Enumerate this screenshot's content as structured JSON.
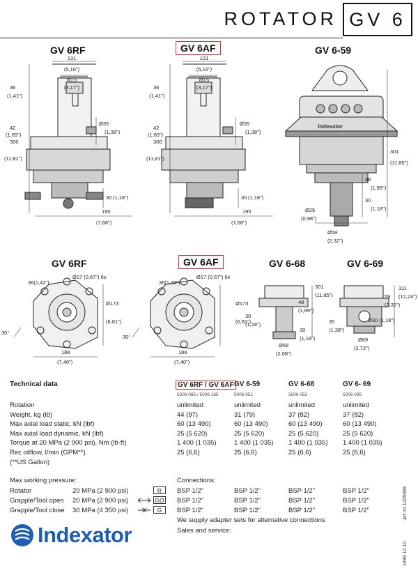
{
  "header": {
    "title": "ROTATOR",
    "model": "GV 6"
  },
  "models_top": [
    "GV 6RF",
    "GV 6AF",
    "GV 6-59"
  ],
  "models_bottom": [
    "GV 6RF",
    "GV 6AF",
    "GV 6-68",
    "GV 6-69"
  ],
  "dims": {
    "w131": "131",
    "w131_in": "(5,16\")",
    "w805": "80,5",
    "w805_in": "(3,17\")",
    "d36": "36",
    "d36_in": "(1,41\")",
    "d42": "42",
    "d42_in": "(1,65\")",
    "d300": "300",
    "d300_in": "(11,81\")",
    "d35": "Ø35",
    "d35_in": "(1,38\")",
    "d30": "30",
    "d30_in": "(1,18\")",
    "w195": "195",
    "w195_in": "(7,68\")",
    "d301": "301",
    "d301_in": "(11,85\")",
    "d48": "48",
    "d48_in": "(1,89\")",
    "d25": "Ø25",
    "d25_in": "(0,98\")",
    "d59": "Ø59",
    "d59_in": "(2,32\")",
    "hole36": "36(1,42\")",
    "hole17": "Ø17 (0,67\") 6x",
    "d173": "Ø173",
    "d173_in": "(6,81\")",
    "ang30": "30°",
    "w188": "188",
    "w188_in": "(7,40\")",
    "d68": "Ø68",
    "d68_in": "(2,68\")",
    "d311": "311",
    "d311_in": "(12,24\")",
    "d59b": "59",
    "d59b_in": "(2,32\")",
    "d35b": "35",
    "d35b_in": "(1,38\")",
    "d30b": "Ø30 (1,18\")",
    "d69": "Ø69",
    "d69_in": "(2,72\")"
  },
  "technical": {
    "heading": "Technical data",
    "cols": [
      "GV 6RF / GV 6AF",
      "GV 6-59",
      "GV 6-68",
      "GV 6- 69"
    ],
    "partnos": [
      "5006 085 / 5006 185",
      "5006 051",
      "5006 052",
      "5006 095"
    ],
    "rows": [
      {
        "label": "Rotation",
        "values": [
          "unlimited",
          "unlimited",
          "unlimited",
          "unlimited"
        ]
      },
      {
        "label": "Weight, kg (lb)",
        "values": [
          "44 (97)",
          "31 (79)",
          "37 (82)",
          "37 (82)"
        ]
      },
      {
        "label": "Max axial load static, kN (lbf)",
        "values": [
          "60 (13 490)",
          "60 (13 490)",
          "60 (13 490)",
          "60 (13 490)"
        ]
      },
      {
        "label": "Max axial load dynamic, kN (lbf)",
        "values": [
          "25 (5 620)",
          "25 (5 620)",
          "25 (5 620)",
          "25 (5 620)"
        ]
      },
      {
        "label": "Torque at 20 MPa (2 900 psi), Nm (lb·ft)",
        "values": [
          "1 400 (1 035)",
          "1 400 (1 035)",
          "1 400 (1 035)",
          "1 400 (1 035)"
        ]
      },
      {
        "label": "Rec oilflow, l/min (GPM**)",
        "values": [
          "25 (6,6)",
          "25 (6,6)",
          "25 (6,6)",
          "25 (6,6)"
        ]
      }
    ],
    "footnote": "(**US Gallon)"
  },
  "pressure": {
    "heading": "Max working pressure:",
    "rows": [
      {
        "label": "Rotator",
        "value": "20 MPa (2 900 psi)",
        "tag": "R"
      },
      {
        "label": "Grapple/Tool open",
        "value": "20 MPa (2 900 psi)",
        "tag": "GO"
      },
      {
        "label": "Grapple/Tool close",
        "value": "30 MPa (4 350 psi)",
        "tag": "G"
      }
    ]
  },
  "connections": {
    "heading": "Connections:",
    "rows": [
      [
        "BSP 1/2\"",
        "BSP 1/2\"",
        "BSP 1/2\"",
        "BSP 1/2\""
      ],
      [
        "BSP 1/2\"",
        "BSP 1/2\"",
        "BSP 1/2\"",
        "BSP 1/2\""
      ],
      [
        "BSP 1/2\"",
        "BSP 1/2\"",
        "BSP 1/2\"",
        "BSP 1/2\""
      ]
    ],
    "note": "We supply adapter sets for alternative connections",
    "sales": "Sales and service:"
  },
  "brand": {
    "name": "Indexator",
    "plate": "Indexator"
  },
  "side_text": {
    "artno": "Art no 1025089",
    "date": "1999 12 10"
  },
  "colors": {
    "highlight": "#e03030",
    "brand": "#1f5fb0"
  }
}
